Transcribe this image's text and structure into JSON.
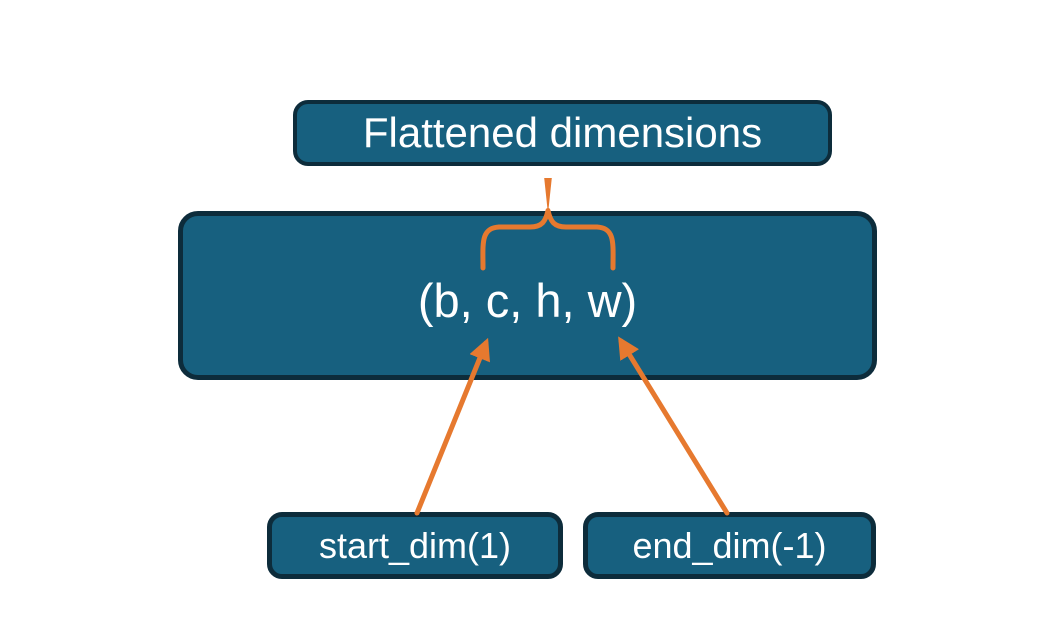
{
  "colors": {
    "background": "#ffffff",
    "box_fill": "#17607f",
    "box_border": "#0d2c3b",
    "accent_orange": "#e6792f",
    "text_white": "#ffffff"
  },
  "nodes": {
    "flattened": {
      "label": "Flattened dimensions"
    },
    "tensor": {
      "label": "(b, c, h, w)"
    },
    "start_dim": {
      "label": "start_dim(1)"
    },
    "end_dim": {
      "label": "end_dim(-1)"
    }
  },
  "icons": {
    "brace": "curly-brace-opening-down",
    "left_arrow": "arrow-up-right",
    "right_arrow": "arrow-up-left"
  }
}
